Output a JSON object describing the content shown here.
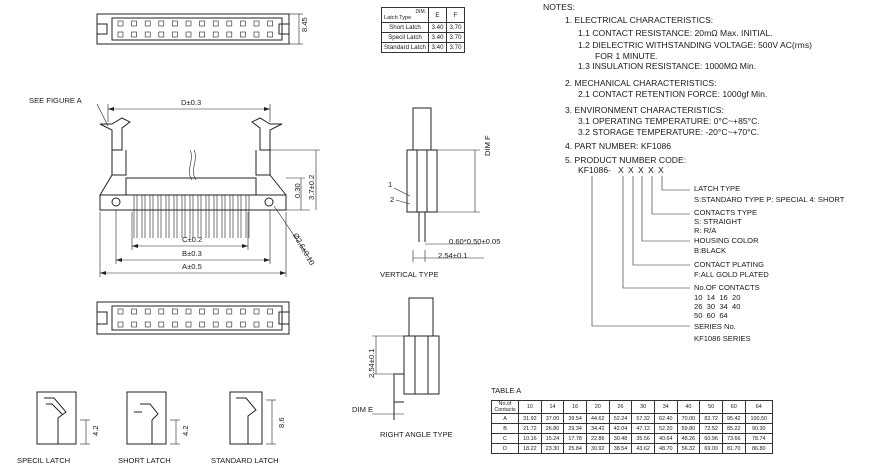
{
  "labels": {
    "see_figure": "SEE FIGURE A",
    "vertical_type": "VERTICAL TYPE",
    "right_angle_type": "RIGHT ANGLE TYPE",
    "specil_latch": "SPECIL  LATCH",
    "short_latch": "SHORT LATCH",
    "standard_latch": "STANDARD LATCH",
    "table_a": "TABLE A",
    "dim_e": "DIM E",
    "dim_f": "DIM F",
    "callout_1": "1",
    "callout_2": "2"
  },
  "dims": {
    "d": "D±0.3",
    "c": "C±0.2",
    "b": "B±0.3",
    "a": "A±0.5",
    "h845": "8.45",
    "v030": "0.30",
    "v37": "3.7±0.2",
    "dia": "Ø2.6±0.10",
    "pin": "0.60*0.50±0.05",
    "pitch": "2.54±0.1",
    "pitch_v": "2.54±0.1",
    "l42a": "4.2",
    "l42b": "4.2",
    "l86": "8.6"
  },
  "dim_table": {
    "corner_top": "DIM.",
    "corner_bottom": "Latch Type",
    "headers": [
      "E",
      "F"
    ],
    "rows": [
      {
        "label": "Short Latch",
        "e": "3.40",
        "f": "3.70"
      },
      {
        "label": "Specil Latch",
        "e": "3.40",
        "f": "3.70"
      },
      {
        "label": "Standard Latch",
        "e": "3.40",
        "f": "3.70"
      }
    ]
  },
  "notes": {
    "title": "NOTES:",
    "lines": [
      "1. ELECTRICAL CHARACTERISTICS:",
      "1.1 CONTACT RESISTANCE: 20mΩ Max. INITIAL.",
      "1.2 DIELECTRIC WITHSTANDING VOLTAGE: 500V AC(rms)",
      "FOR 1 MINUTE.",
      "1.3 INSULATION RESISTANCE: 1000MΩ Min.",
      "2. MECHANICAL CHARACTERISTICS:",
      "2.1 CONTACT RETENTION FORCE: 1000gf Min.",
      "3. ENVIRONMENT CHARACTERISTICS:",
      "3.1 OPERATING TEMPERATURE: 0°C~+85°C.",
      "3.2 STORAGE TEMPERATURE: -20°C~+70°C.",
      "4. PART NUMBER: KF1086",
      "5. PRODUCT NUMBER CODE:"
    ]
  },
  "code": {
    "part": "KF1086-",
    "xs": [
      "X",
      "X",
      "X",
      "X",
      "X"
    ],
    "latch_type": "LATCH TYPE",
    "latch_values": "S:STANDARD TYPE  P: SPECIAL  4: SHORT",
    "contacts_type": "CONTACTS TYPE",
    "contacts_s": "S: STRAIGHT",
    "contacts_r": "R: R/A",
    "housing_color": "HOUSING COLOR",
    "housing_value": "B:BLACK",
    "plating": "CONTACT PLATING",
    "plating_value": "F:ALL GOLD PLATED",
    "no_contacts": "No.OF CONTACTS",
    "contacts_rows": [
      "10  14  16  20",
      "26  30  34  40",
      "50  60  64"
    ],
    "series": "SERIES No.",
    "series_value": "KF1086 SERIES"
  },
  "table_a": {
    "corner": "No.of Contacts",
    "headers": [
      "10",
      "14",
      "16",
      "20",
      "26",
      "30",
      "34",
      "40",
      "50",
      "60",
      "64"
    ],
    "rows": [
      {
        "label": "A",
        "values": [
          "31.92",
          "37.00",
          "39.54",
          "44.62",
          "52.24",
          "57.32",
          "62.40",
          "70.00",
          "82.72",
          "95.42",
          "100.50"
        ]
      },
      {
        "label": "B",
        "values": [
          "21.72",
          "26.80",
          "29.34",
          "34.42",
          "42.04",
          "47.12",
          "52.20",
          "59.80",
          "72.52",
          "85.22",
          "90.30"
        ]
      },
      {
        "label": "C",
        "values": [
          "10.16",
          "15.24",
          "17.78",
          "22.86",
          "30.48",
          "35.56",
          "40.64",
          "48.26",
          "60.96",
          "73.66",
          "78.74"
        ]
      },
      {
        "label": "D",
        "values": [
          "18.22",
          "23.30",
          "25.84",
          "30.92",
          "38.54",
          "43.62",
          "48.70",
          "56.32",
          "69.00",
          "81.70",
          "86.80"
        ]
      }
    ]
  }
}
